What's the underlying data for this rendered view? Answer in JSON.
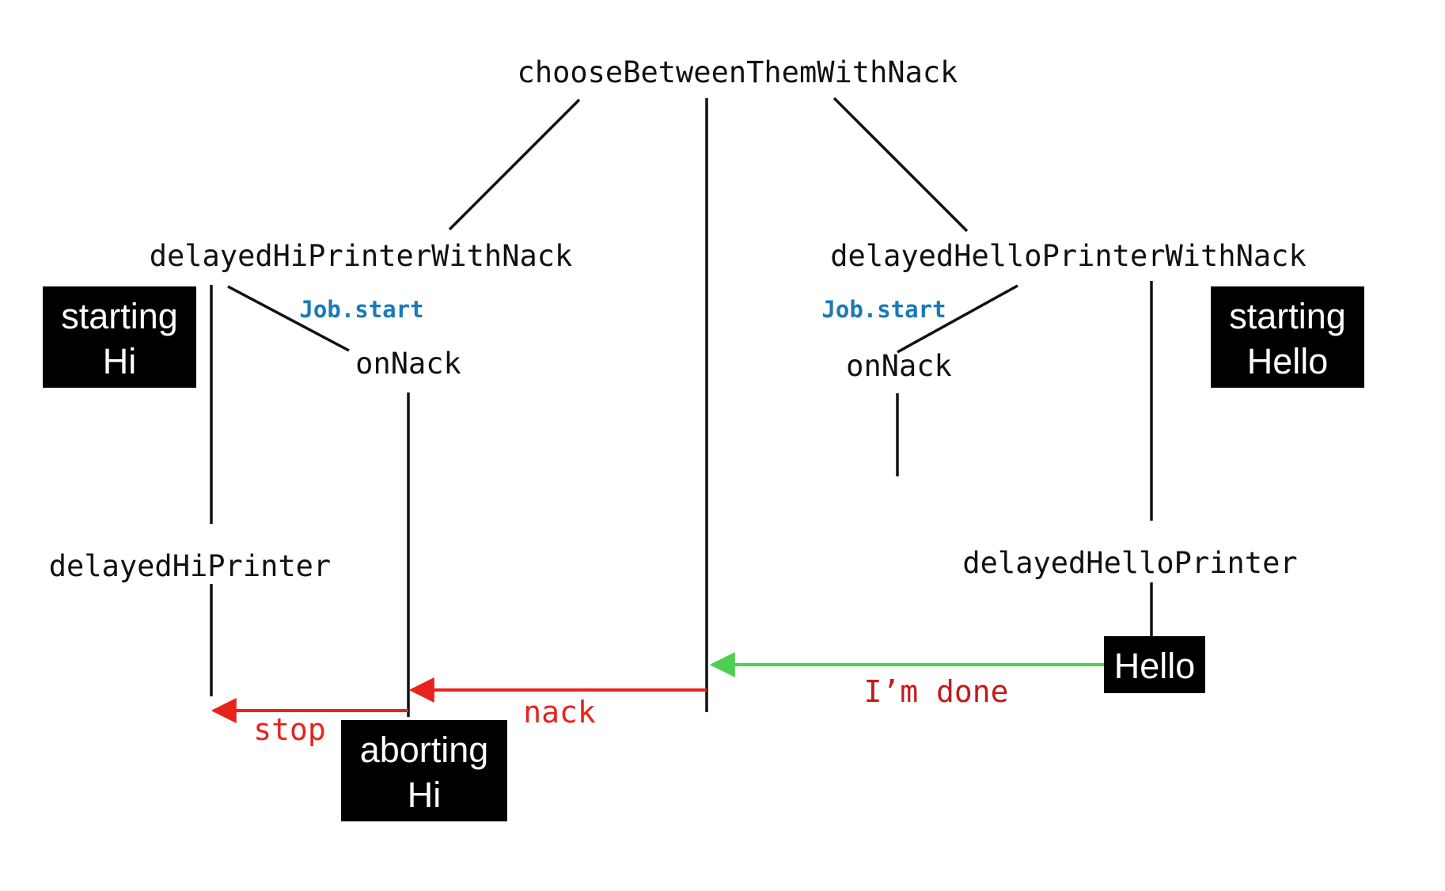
{
  "colors": {
    "line": "#111111",
    "box": "#000000",
    "box_text": "#ffffff",
    "job_start": "#1a7ab8",
    "nack": "#e8231d",
    "done_arrow": "#4fcf4f",
    "done_label": "#c41a1a"
  },
  "nodes": {
    "root": "chooseBetweenThemWithNack",
    "hi_with_nack": "delayedHiPrinterWithNack",
    "hello_with_nack": "delayedHelloPrinterWithNack",
    "hi_on_nack": "onNack",
    "hello_on_nack": "onNack",
    "hi_printer": "delayedHiPrinter",
    "hello_printer": "delayedHelloPrinter"
  },
  "job_labels": {
    "hi": "Job.start",
    "hello": "Job.start"
  },
  "boxes": {
    "starting_hi": [
      "starting",
      "Hi"
    ],
    "starting_hello": [
      "starting",
      "Hello"
    ],
    "hello": [
      "Hello"
    ],
    "aborting_hi": [
      "aborting",
      "Hi"
    ]
  },
  "messages": {
    "stop": "stop",
    "nack": "nack",
    "done": "I’m done"
  }
}
